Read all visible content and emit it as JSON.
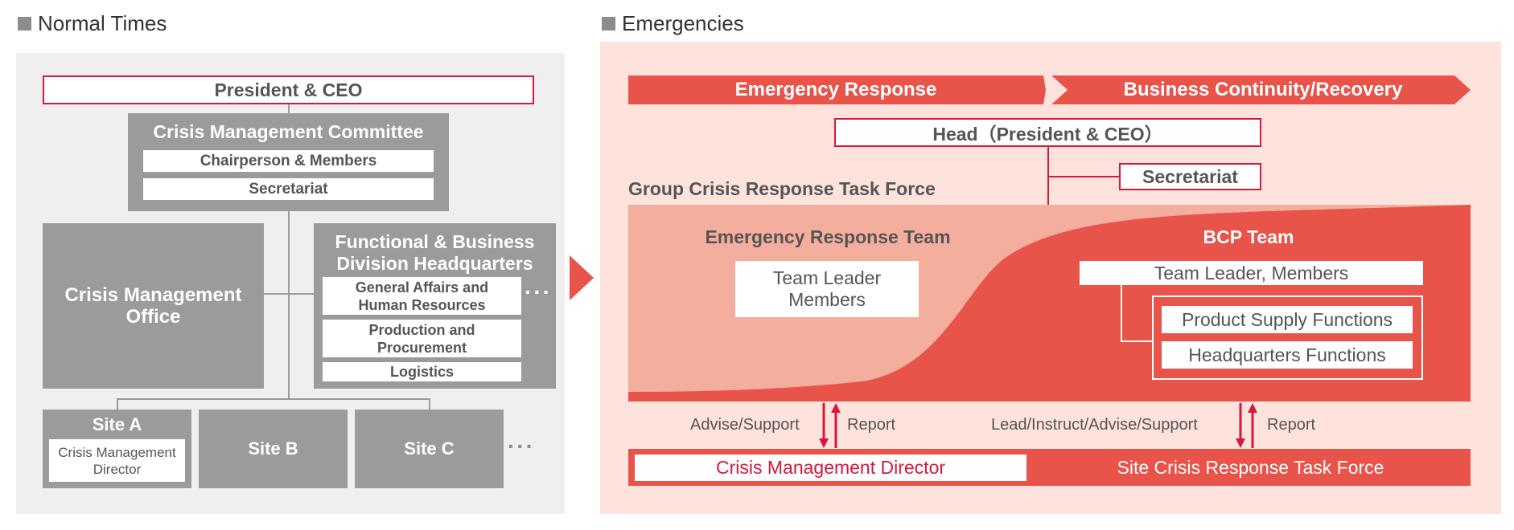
{
  "normal": {
    "title": "Normal Times",
    "president": "President & CEO",
    "committee": {
      "title": "Crisis Management Committee",
      "members": "Chairperson & Members",
      "secretariat": "Secretariat"
    },
    "office": "Crisis Management Office",
    "functional": {
      "title": "Functional & Business Division Headquarters",
      "items": [
        "General Affairs and Human Resources",
        "Production and Procurement",
        "Logistics"
      ],
      "more": "···"
    },
    "sites": {
      "a": {
        "title": "Site A",
        "director": "Crisis Management Director"
      },
      "b": "Site B",
      "c": "Site C",
      "more": "···"
    }
  },
  "emergency": {
    "title": "Emergencies",
    "banner_left": "Emergency Response",
    "banner_right": "Business Continuity/Recovery",
    "head": "Head（President & CEO）",
    "secretariat": "Secretariat",
    "task_force": "Group Crisis Response Task Force",
    "ert": {
      "title": "Emergency Response Team",
      "box": "Team Leader Members"
    },
    "bcp": {
      "title": "BCP Team",
      "leader": "Team Leader, Members",
      "functions": [
        "Product Supply Functions",
        "Headquarters Functions"
      ]
    },
    "links": {
      "advise": "Advise/Support",
      "report1": "Report",
      "lead": "Lead/Instruct/Advise/Support",
      "report2": "Report"
    },
    "director": "Crisis Management Director",
    "site_task_force": "Site Crisis Response Task Force"
  },
  "colors": {
    "red": "#e8534a",
    "light_red": "#f4ae9d",
    "pink_bg": "#fde3dc",
    "crimson": "#d6173e",
    "gray_box": "#9b9b9b",
    "gray_bg": "#efefef"
  }
}
